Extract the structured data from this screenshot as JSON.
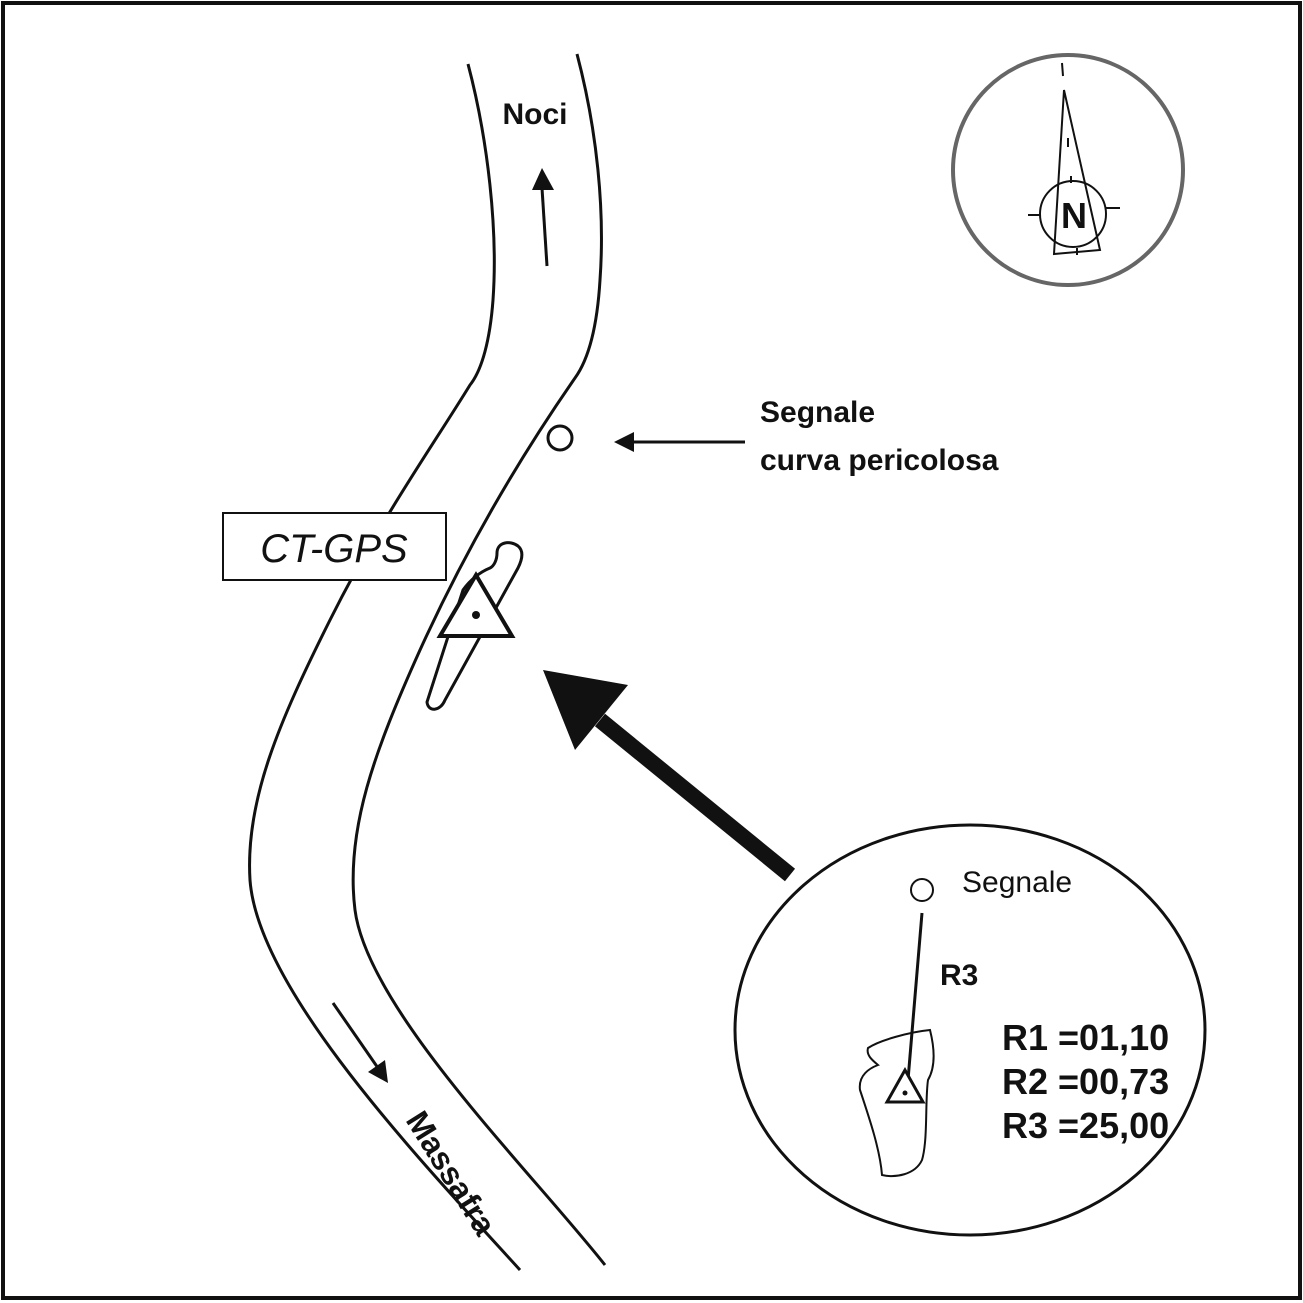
{
  "map": {
    "road_labels": {
      "north": "Noci",
      "south": "Massafra"
    },
    "sign_callout": {
      "line1": "Segnale",
      "line2": "curva pericolosa"
    },
    "station_label": "CT-GPS",
    "inset": {
      "sign_label": "Segnale",
      "distance_label": "R3",
      "measurements": [
        {
          "name": "R1",
          "value": "01,10",
          "text": "R1 =01,10"
        },
        {
          "name": "R2",
          "value": "00,73",
          "text": "R2 =00,73"
        },
        {
          "name": "R3",
          "value": "25,00",
          "text": "R3 =25,00"
        }
      ]
    },
    "compass": {
      "label": "N"
    },
    "colors": {
      "ink": "#111111",
      "compass_ring": "#666666",
      "background": "#ffffff"
    }
  }
}
